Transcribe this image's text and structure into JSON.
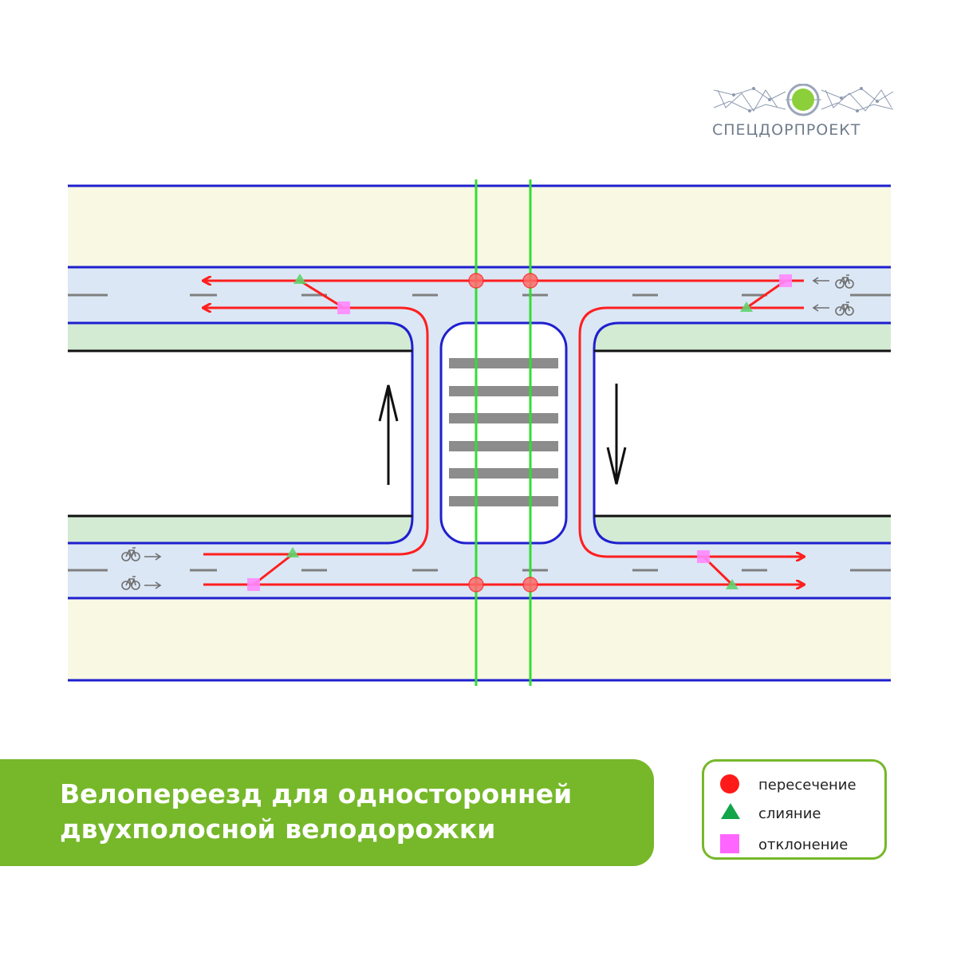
{
  "logo": {
    "company": "СПЕЦДОРПРОЕКТ",
    "icon": "circuit-network-logo-icon"
  },
  "title": {
    "line1": "Велопереезд для односторонней",
    "line2": "двухполосной велодорожки"
  },
  "legend": {
    "items": [
      {
        "label": "пересечение",
        "marker": "red-circle",
        "color": "#ff1a1a"
      },
      {
        "label": "слияние",
        "marker": "green-triangle",
        "color": "#12a54a"
      },
      {
        "label": "отклонение",
        "marker": "pink-square",
        "color": "#ff66ff"
      }
    ]
  },
  "colors": {
    "banner": "#76b82a",
    "lane_border": "#1f1fcf",
    "bike_lane": "#dbe7f5",
    "sidewalk": "#f8f8e3",
    "green_strip": "#d3ead3",
    "bike_path": "#ff1f1f",
    "crossing_line": "#33dd33",
    "crosswalk_stripe": "#8c8c8c"
  },
  "icons": [
    "bicycle-icon",
    "arrow-left-icon",
    "arrow-right-icon",
    "arrow-up-icon",
    "arrow-down-icon"
  ]
}
